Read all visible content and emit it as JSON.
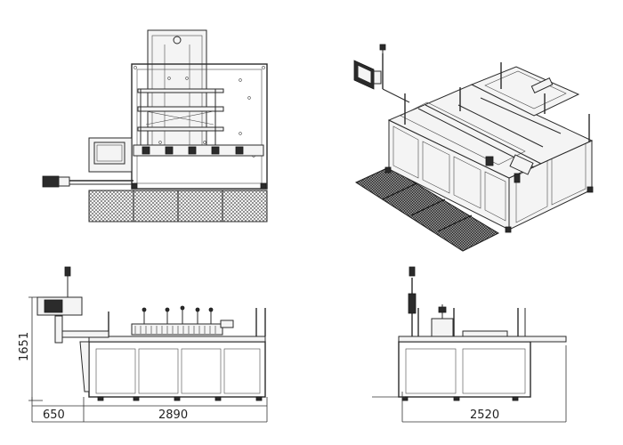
{
  "views": [
    {
      "name": "top-view"
    },
    {
      "name": "isometric-view"
    },
    {
      "name": "front-elevation"
    },
    {
      "name": "side-elevation"
    }
  ],
  "dimensions": {
    "height": "1651",
    "left_offset": "650",
    "length": "2890",
    "width": "2520"
  },
  "colors": {
    "line": "#2a2a2a",
    "mesh": "#5a5a5a",
    "background": "#ffffff"
  }
}
